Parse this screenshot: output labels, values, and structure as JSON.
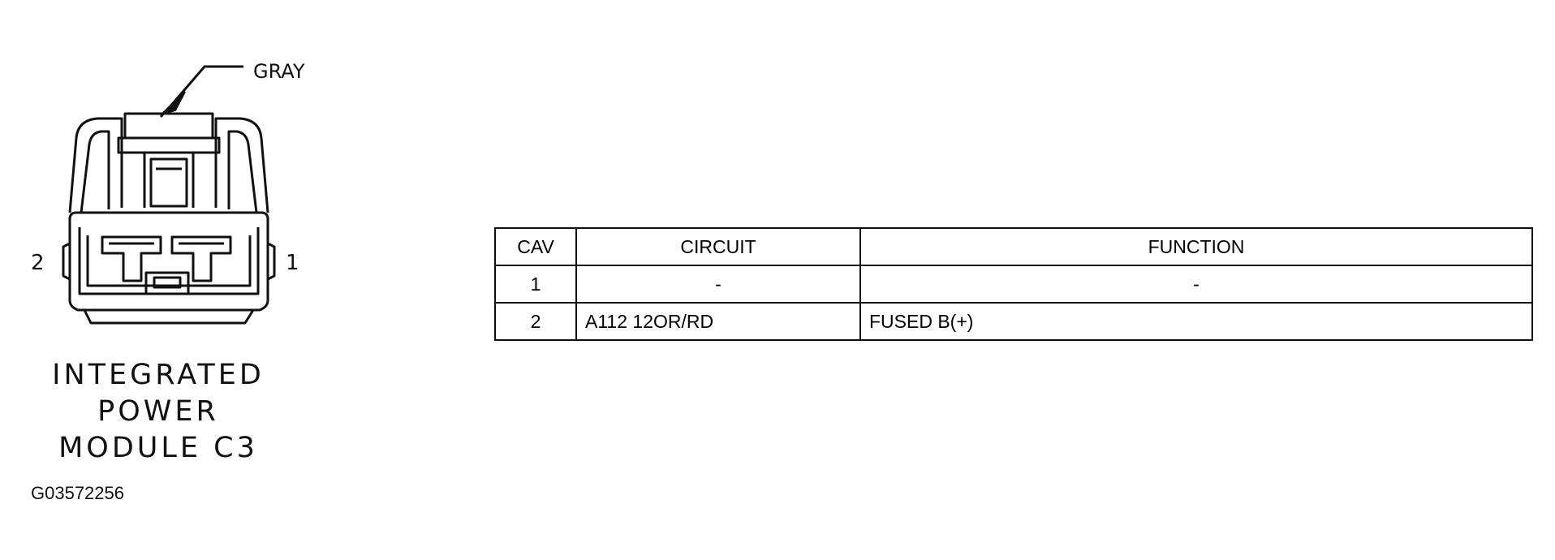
{
  "connector": {
    "color_callout": "GRAY",
    "pin_left": "2",
    "pin_right": "1",
    "title_lines": [
      "INTEGRATED",
      "POWER",
      "MODULE C3"
    ],
    "figure_id": "G03572256"
  },
  "table": {
    "headers": {
      "cav": "CAV",
      "circuit": "CIRCUIT",
      "function": "FUNCTION"
    },
    "rows": [
      {
        "cav": "1",
        "circuit": "-",
        "function": "-"
      },
      {
        "cav": "2",
        "circuit": "A112 12OR/RD",
        "function": "FUSED B(+)"
      }
    ]
  }
}
